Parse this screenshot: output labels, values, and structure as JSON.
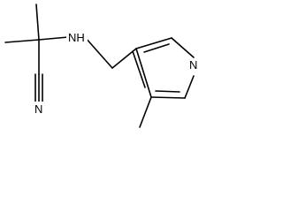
{
  "molecule": {
    "labels": {
      "amine": "NH",
      "pyridine_n": "N",
      "nitrile_n": "N"
    },
    "colors": {
      "bond": "#000000",
      "background": "#ffffff"
    }
  }
}
